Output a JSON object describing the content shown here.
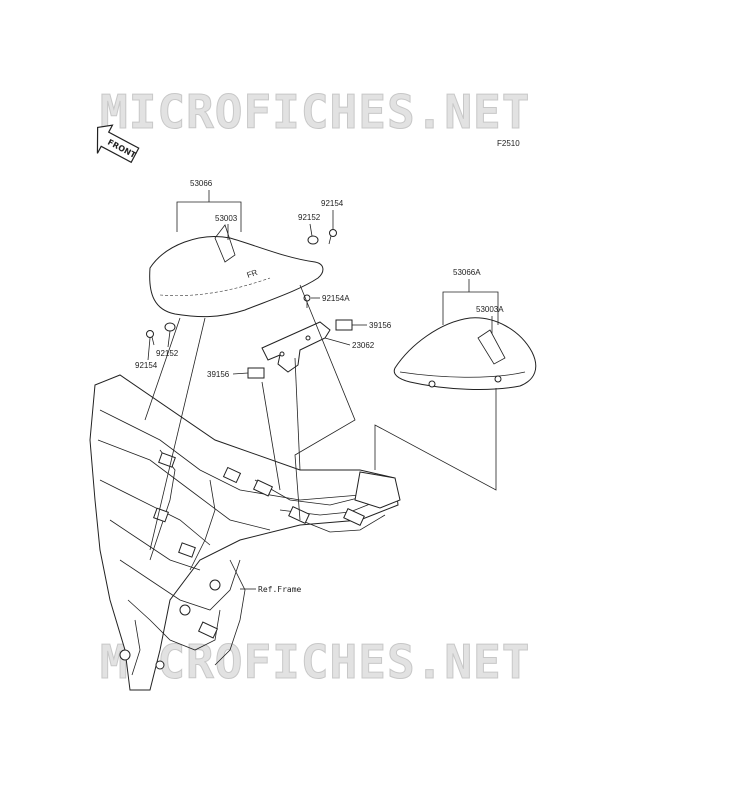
{
  "watermark": "MICROFICHES.NET",
  "figure_code": "F2510",
  "front_arrow_label": "FRONT",
  "ref_frame_label": "Ref.Frame",
  "labels": {
    "p53066": "53066",
    "p53003": "53003",
    "p92154_top": "92154",
    "p92152_top": "92152",
    "p92154A": "92154A",
    "p39156_right": "39156",
    "p23062": "23062",
    "p39156_left": "39156",
    "p92152_left": "92152",
    "p92154_left": "92154",
    "p53066A": "53066A",
    "p53003A": "53003A"
  }
}
